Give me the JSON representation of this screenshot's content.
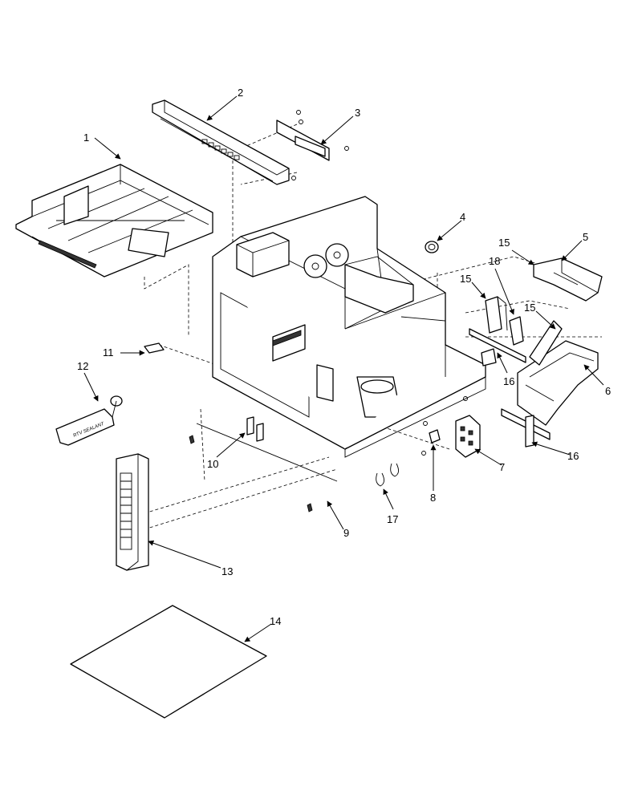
{
  "callouts": [
    "1",
    "2",
    "3",
    "4",
    "5",
    "6",
    "7",
    "8",
    "9",
    "10",
    "11",
    "12",
    "13",
    "14",
    "15",
    "15",
    "15",
    "16",
    "16",
    "17",
    "18"
  ],
  "tube_label": "RTV SEALANT",
  "colors": {
    "line": "#000000",
    "background": "#ffffff"
  }
}
